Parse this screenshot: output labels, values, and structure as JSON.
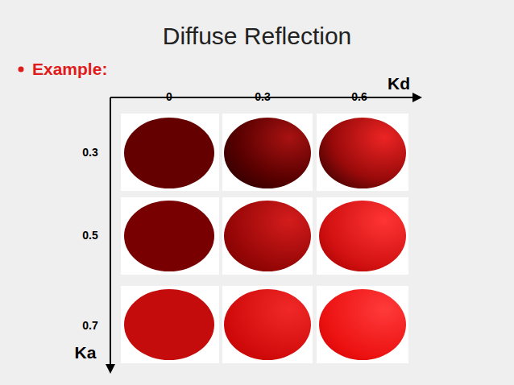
{
  "diagram": {
    "title": "Diffuse Reflection",
    "labels": [
      "Example:",
      "0",
      "0.3",
      "0.6",
      "Kd",
      "0.3",
      "0.5",
      "0.7",
      "Ka"
    ]
  }
}
